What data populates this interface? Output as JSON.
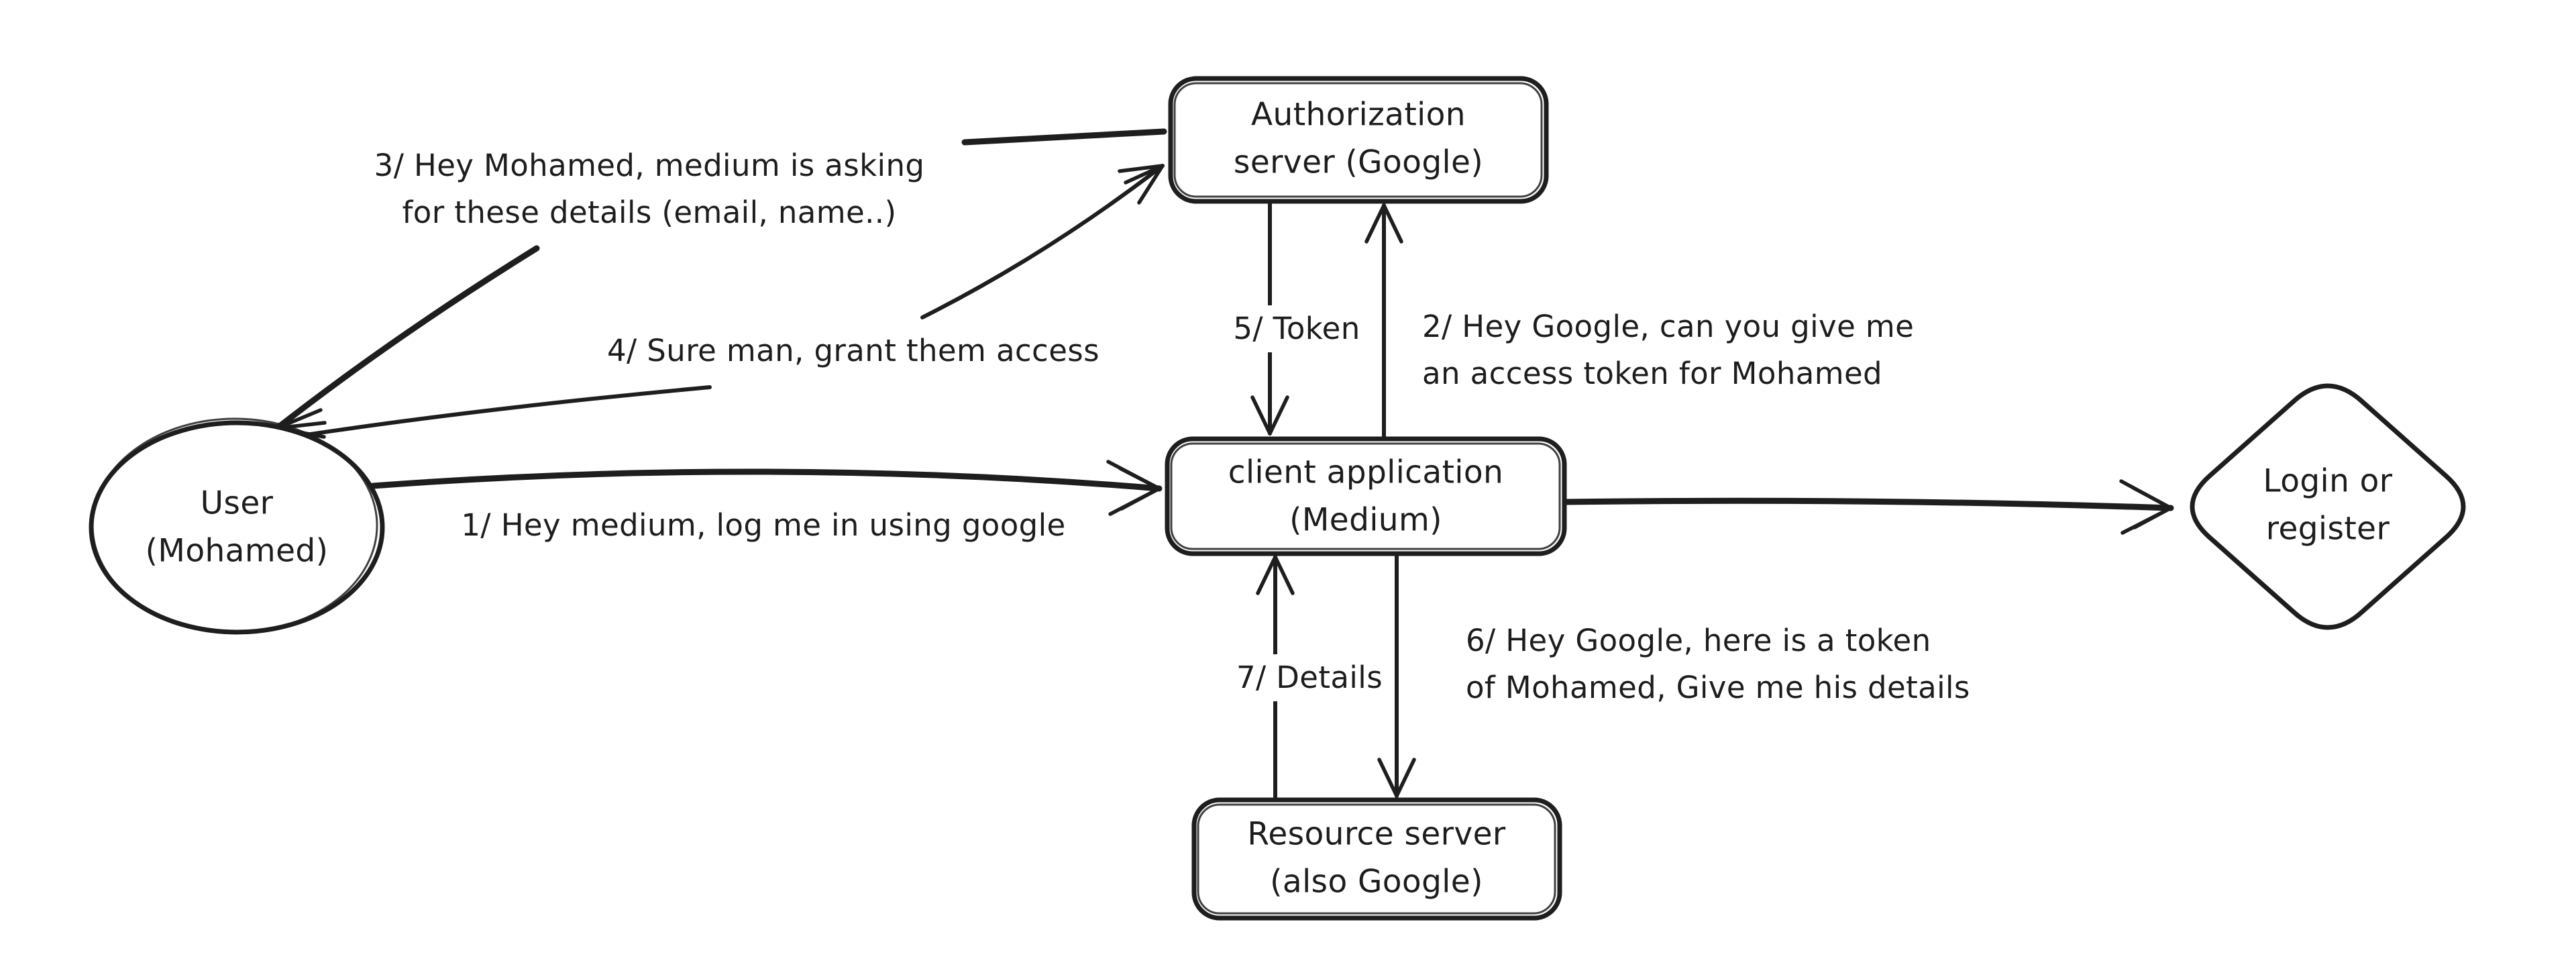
{
  "diagram": {
    "title": "OAuth social login flow (hand-drawn diagram)",
    "background_color": "#ffffff",
    "stroke_color": "#1e1e1e",
    "text_color": "#1d1d1d"
  },
  "nodes": {
    "user": {
      "label": "User\n(Mohamed)",
      "shape": "ellipse"
    },
    "auth_server": {
      "label": "Authorization\nserver (Google)",
      "shape": "rounded-rectangle"
    },
    "client_app": {
      "label": "client application\n(Medium)",
      "shape": "rounded-rectangle"
    },
    "resource_server": {
      "label": "Resource server\n(also Google)",
      "shape": "rounded-rectangle"
    },
    "login_register": {
      "label": "Login or\nregister",
      "shape": "diamond"
    }
  },
  "edges": {
    "step1": {
      "label": "1/ Hey medium, log me in using google",
      "from": "user",
      "to": "client_app"
    },
    "step2": {
      "label": "2/ Hey Google, can you give me\nan access token for Mohamed",
      "from": "client_app",
      "to": "auth_server"
    },
    "step3": {
      "label": "3/ Hey Mohamed, medium is asking\nfor these details (email, name..)",
      "from": "auth_server",
      "to": "user"
    },
    "step4": {
      "label": "4/ Sure man, grant them access",
      "from": "user",
      "to": "auth_server"
    },
    "step5": {
      "label": "5/ Token",
      "from": "auth_server",
      "to": "client_app"
    },
    "step6": {
      "label": "6/ Hey Google, here is a token\nof Mohamed, Give me his details",
      "from": "client_app",
      "to": "resource_server"
    },
    "step7": {
      "label": "7/ Details",
      "from": "resource_server",
      "to": "client_app"
    },
    "to_login": {
      "label": "",
      "from": "client_app",
      "to": "login_register"
    }
  }
}
